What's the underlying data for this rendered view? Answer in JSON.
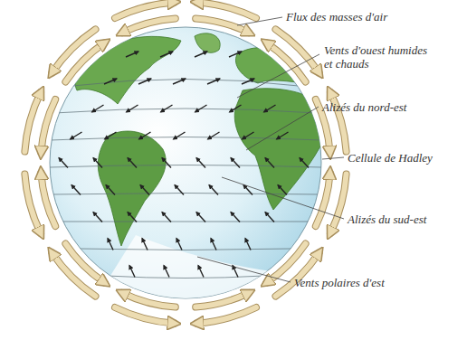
{
  "diagram": {
    "labels": [
      "Flux des masses d'air",
      "Vents d'ouest humides et chauds",
      "Alizés du nord-est",
      "Cellule de Hadley",
      "Alizés du sud-est",
      "Vents polaires d'est"
    ]
  }
}
